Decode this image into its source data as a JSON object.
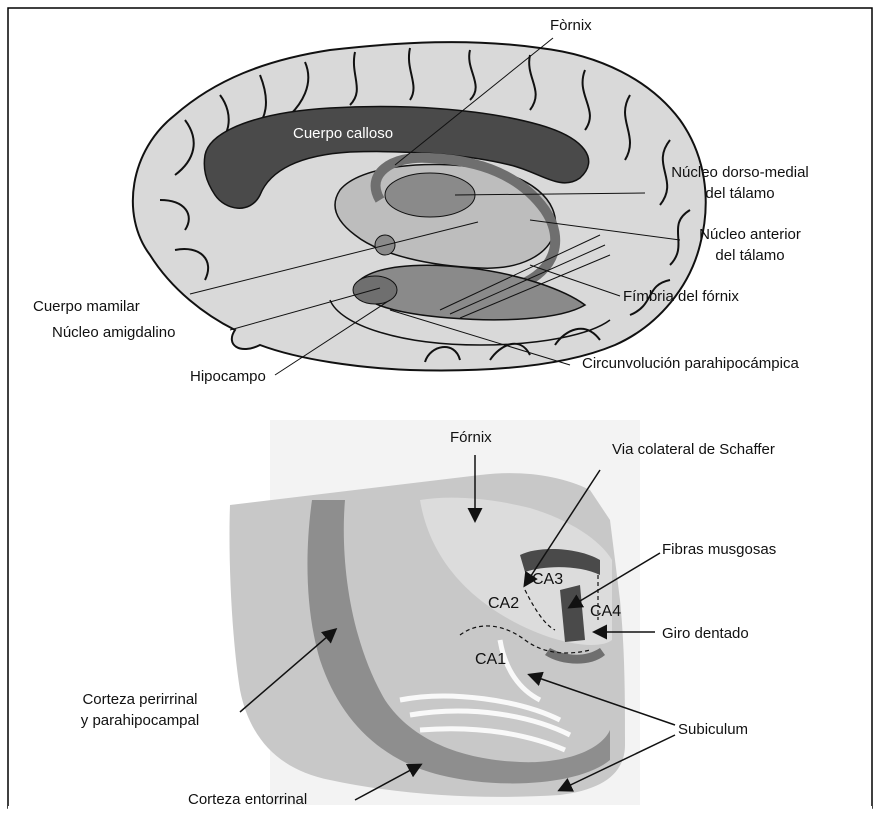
{
  "top_diagram": {
    "labels": {
      "fornix": "Fòrnix",
      "cuerpo_calloso": "Cuerpo calloso",
      "nucleo_dorso_medial_1": "Núcleo dorso-medial",
      "nucleo_dorso_medial_2": "del tálamo",
      "nucleo_anterior_1": "Núcleo anterior",
      "nucleo_anterior_2": "del tálamo",
      "cuerpo_mamilar": "Cuerpo mamilar",
      "fimbria": "Fímbria del fórnix",
      "nucleo_amigdalino": "Núcleo amigdalino",
      "circunvolucion": "Circunvolución parahipocámpica",
      "hipocampo": "Hipocampo"
    }
  },
  "bottom_diagram": {
    "labels": {
      "fornix": "Fórnix",
      "via_colateral": "Via colateral de Schaffer",
      "fibras_musgosas": "Fibras musgosas",
      "giro_dentado": "Giro dentado",
      "ca1": "CA1",
      "ca2": "CA2",
      "ca3": "CA3",
      "ca4": "CA4",
      "corteza_perirrinal_1": "Corteza perirrinal",
      "corteza_perirrinal_2": "y parahipocampal",
      "subiculum": "Subiculum",
      "corteza_entorrinal": "Corteza entorrinal"
    }
  },
  "colors": {
    "border": "#000000",
    "cortex_light": "#d9d9d9",
    "cortex_mid": "#bdbdbd",
    "callosum_dark": "#4a4a4a",
    "structure_mid": "#8a8a8a"
  }
}
